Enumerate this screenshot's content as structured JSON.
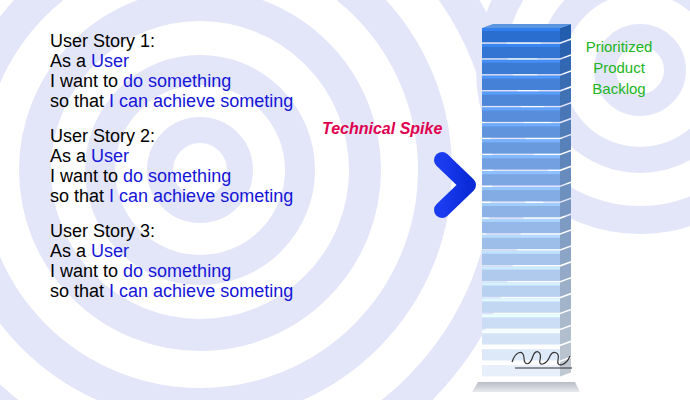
{
  "diagram": {
    "nodes": [
      {
        "text": [
          "Prioritized Product Backlog"
        ]
      }
    ],
    "labels": [
      "User Story 1:",
      "As a",
      "User",
      "I want to",
      "do something",
      "so that",
      "I can achieve someting",
      "User Story 2:",
      "As a",
      "User",
      "I want to",
      "do something",
      "so that",
      "I can achieve someting",
      "User Story 3:",
      "As a",
      "User",
      "I want to",
      "do something",
      "so that",
      "I can achieve someting",
      "Technical Spike"
    ]
  }
}
